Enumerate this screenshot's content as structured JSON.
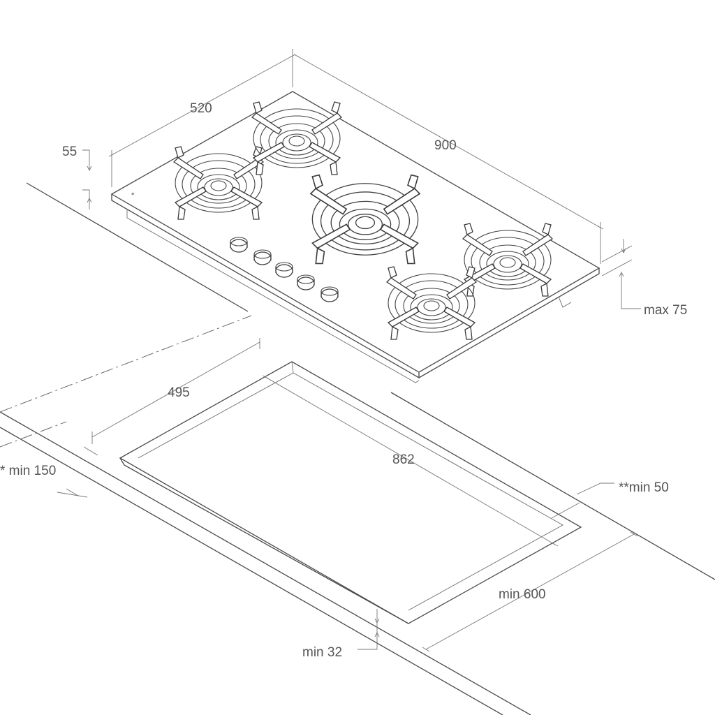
{
  "dimensions": {
    "hob_depth": "520",
    "hob_width": "900",
    "hob_thickness": "55",
    "under_depth": "max 75",
    "cutout_depth": "495",
    "cutout_width": "862",
    "front_clearance": "* min 150",
    "rear_clearance": "**min 50",
    "worktop_depth": "min 600",
    "worktop_thickness": "min 32"
  }
}
